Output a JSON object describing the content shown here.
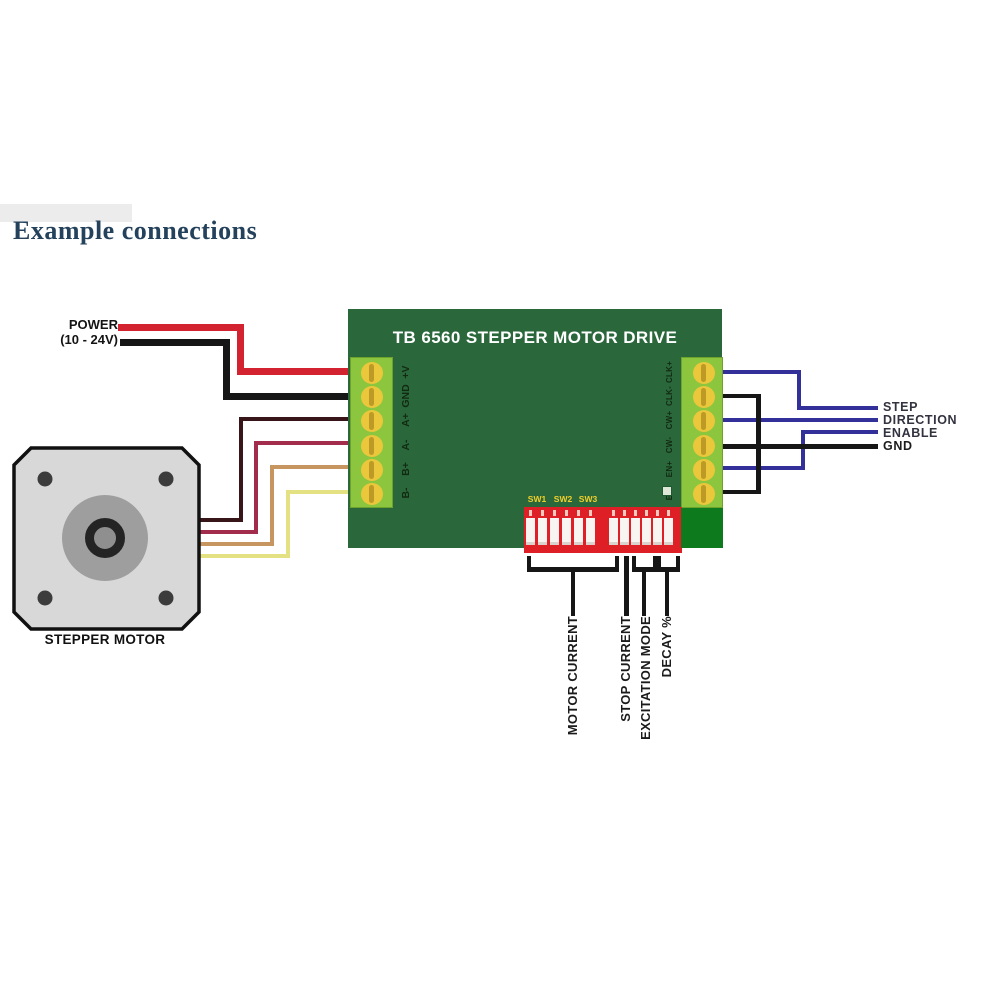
{
  "heading": "Example connections",
  "power": {
    "line1": "POWER",
    "line2": "(10 - 24V)"
  },
  "board": {
    "title": "TB 6560 STEPPER MOTOR DRIVE",
    "left_terminals": [
      "+V",
      "GND",
      "A+",
      "A-",
      "B+",
      "B-"
    ],
    "right_terminals": [
      "CLK+",
      "CLK-",
      "CW+",
      "CW-",
      "EN+",
      "EN-"
    ],
    "dip_group_labels": [
      "SW1",
      "SW2",
      "SW3"
    ],
    "dip_left_switch_count": 6,
    "dip_right_switch_count": 6
  },
  "signal_labels": [
    "STEP",
    "DIRECTION",
    "ENABLE",
    "GND"
  ],
  "dip_function_labels": [
    "MOTOR CURRENT",
    "STOP CURRENT",
    "EXCITATION MODE",
    "DECAY %"
  ],
  "motor": {
    "label": "STEPPER MOTOR"
  },
  "colors": {
    "board_green": "#2a683c",
    "terminal_block_green": "#8cc63f",
    "terminal_yellow": "#eac73b",
    "dip_red": "#de2026",
    "aux_green": "#0e7a1e",
    "power_red": "#d32330",
    "wire_black": "#161616",
    "signal_blue": "#34309a",
    "motor_wire_a_plus": "#371519",
    "motor_wire_a_minus": "#a12c4c",
    "motor_wire_b_plus": "#c79560",
    "motor_wire_b_minus": "#e4e183",
    "motor_body_gray": "#d8d8d8",
    "heading_color": "#24425c",
    "sw_label_yellow": "#f2cf2a"
  }
}
